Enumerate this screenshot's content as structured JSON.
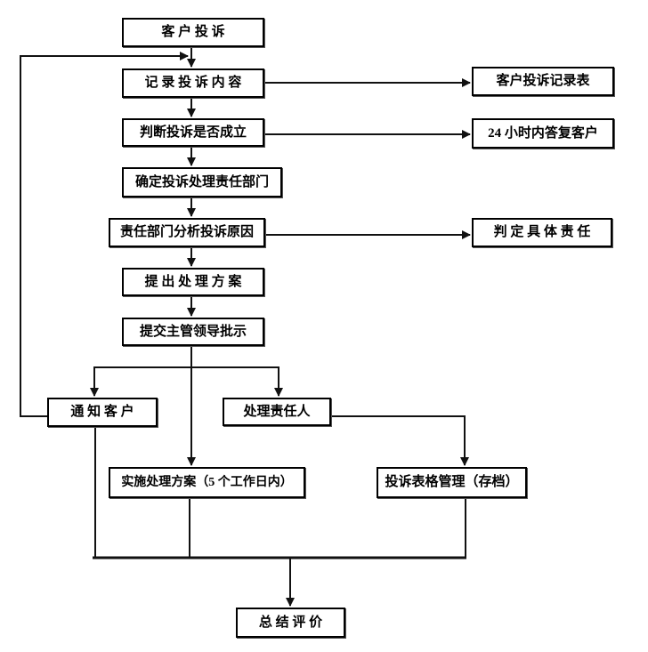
{
  "flowchart": {
    "background_color": "#ffffff",
    "line_color": "#111111",
    "box_border_color": "#000000",
    "text_color": "#000000",
    "nodes": [
      {
        "id": "customer-complaint",
        "label": "客  户  投  诉"
      },
      {
        "id": "record-content",
        "label": "记 录 投 诉 内 容"
      },
      {
        "id": "judge-validity",
        "label": "判断投诉是否成立"
      },
      {
        "id": "determine-department",
        "label": "确定投诉处理责任部门"
      },
      {
        "id": "analyze-cause",
        "label": "责任部门分析投诉原因"
      },
      {
        "id": "propose-plan",
        "label": "提 出 处 理 方 案"
      },
      {
        "id": "submit-leader",
        "label": "提交主管领导批示"
      },
      {
        "id": "notify-customer",
        "label": "通 知 客 户"
      },
      {
        "id": "handle-responsible",
        "label": "处理责任人"
      },
      {
        "id": "implement-plan",
        "label": "实施处理方案（5 个工作日内）"
      },
      {
        "id": "form-management",
        "label": "投诉表格管理（存档）"
      },
      {
        "id": "summary-evaluation",
        "label": "总 结 评 价"
      },
      {
        "id": "complaint-record-form",
        "label": "客户投诉记录表"
      },
      {
        "id": "reply-24h",
        "label": "24 小时内答复客户"
      },
      {
        "id": "determine-responsibility",
        "label": "判 定 具 体 责 任"
      }
    ]
  }
}
